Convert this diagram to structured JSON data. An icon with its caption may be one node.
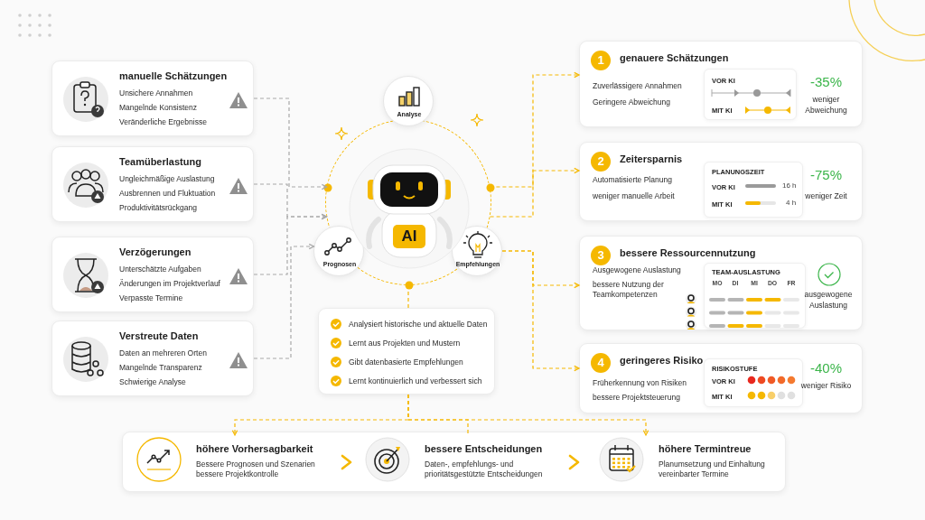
{
  "diagram": {
    "nodes": [
      {
        "text": [
          "manuelle Schätzungen",
          "Unsichere Annahmen",
          "Mangelnde Konsistenz",
          "Veränderliche Ergebnisse"
        ]
      },
      {
        "text": [
          "Teamüberlastung",
          "Ungleichmäßige Auslastung",
          "Ausbrennen und Fluktuation",
          "Produktivitätsrückgang"
        ]
      },
      {
        "text": [
          "Verzögerungen",
          "Unterschätzte Aufgaben",
          "Änderungen im Projektverlauf",
          "Verpasste Termine"
        ]
      },
      {
        "text": [
          "Verstreute Daten",
          "Daten an mehreren Orten",
          "Mangelnde Transparenz",
          "Schwierige Analyse"
        ]
      },
      {
        "text": [
          "AI"
        ]
      },
      {
        "text": [
          "Analyse"
        ]
      },
      {
        "text": [
          "Prognosen"
        ]
      },
      {
        "text": [
          "Empfehlungen"
        ]
      },
      {
        "text": [
          "Analysiert historische und aktuelle Daten",
          "Lernt aus Projekten und Mustern",
          "Gibt datenbasierte Empfehlungen",
          "Lernt kontinuierlich und verbessert sich"
        ]
      },
      {
        "text": [
          "1",
          "genauere Schätzungen",
          "Zuverlässigere Annahmen",
          "Geringere Abweichung",
          "-35%",
          "weniger Abweichung"
        ]
      },
      {
        "text": [
          "VOR KI",
          "MIT KI"
        ],
        "in": 9
      },
      {
        "text": [
          "2",
          "Zeitersparnis",
          "Automatisierte Planung",
          "weniger manuelle Arbeit",
          "-75%",
          "weniger Zeit"
        ]
      },
      {
        "text": [
          "PLANUNGSZEIT",
          "VOR KI",
          "16 h",
          "MIT KI",
          "4 h"
        ],
        "in": 11
      },
      {
        "text": [
          "3",
          "bessere Ressourcennutzung",
          "Ausgewogene Auslastung",
          "bessere Nutzung der Teamkompetenzen",
          "ausgewogene Auslastung"
        ]
      },
      {
        "text": [
          "TEAM-AUSLASTUNG",
          "MO",
          "DI",
          "MI",
          "DO",
          "FR"
        ],
        "in": 13
      },
      {
        "text": [
          "4",
          "geringeres Risiko",
          "Früherkennung von Risiken",
          "bessere Projektsteuerung",
          "-40%",
          "weniger Risiko"
        ]
      },
      {
        "text": [
          "RISIKOSTUFE",
          "VOR KI",
          "MIT KI"
        ],
        "in": 15
      },
      {
        "text": [],
        "shape": "box"
      },
      {
        "text": [
          "höhere Vorhersagbarkeit",
          "Bessere Prognosen und Szenarien bessere Projektkontrolle"
        ],
        "in": 17
      },
      {
        "text": [
          "bessere Entscheidungen",
          "Daten-, empfehlungs- und prioritätsgestützte Entscheidungen"
        ],
        "in": 17
      },
      {
        "text": [
          "höhere Termintreue",
          "Planumsetzung und Einhaltung vereinbarter Termine"
        ],
        "in": 17
      }
    ],
    "edges": [
      {
        "from": 0,
        "to": 4,
        "arrow": "to",
        "style": "dashed",
        "color": "#a8a8a8"
      },
      {
        "from": 1,
        "to": 4,
        "arrow": "to",
        "style": "dashed",
        "color": "#a8a8a8"
      },
      {
        "from": 2,
        "to": 4,
        "arrow": "to",
        "style": "dashed",
        "color": "#a8a8a8"
      },
      {
        "from": 3,
        "to": 6,
        "arrow": "to",
        "style": "dashed",
        "color": "#a8a8a8"
      },
      {
        "from": 4,
        "to": 9,
        "arrow": "to",
        "style": "dashed"
      },
      {
        "from": 4,
        "to": 11,
        "arrow": "to",
        "style": "dashed"
      },
      {
        "from": 7,
        "to": 13,
        "arrow": "to",
        "style": "dashed"
      },
      {
        "from": 7,
        "to": 15,
        "arrow": "to",
        "style": "dashed"
      },
      {
        "from": 4,
        "to": 8,
        "arrow": "none",
        "style": "dashed"
      },
      {
        "from": 8,
        "to": 18,
        "arrow": "to",
        "style": "dashed"
      },
      {
        "from": 8,
        "to": 19,
        "arrow": "none",
        "style": "dashed"
      },
      {
        "from": 8,
        "to": 20,
        "arrow": "to",
        "style": "dashed"
      },
      {
        "from": 18,
        "to": 19,
        "arrow": "to"
      },
      {
        "from": 19,
        "to": 20,
        "arrow": "to"
      }
    ]
  }
}
